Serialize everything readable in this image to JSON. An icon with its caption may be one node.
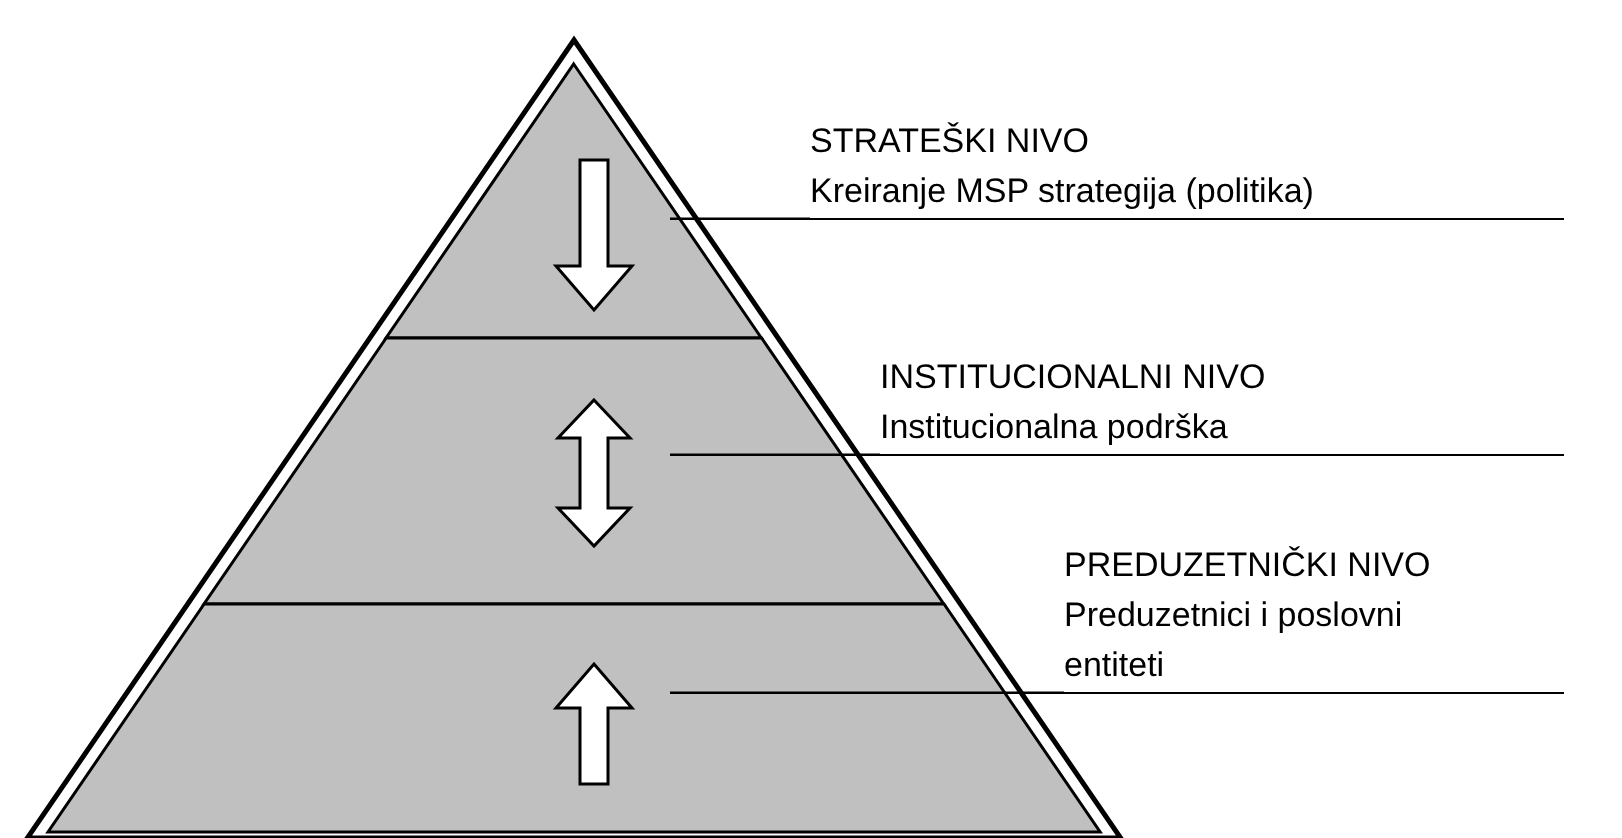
{
  "diagram": {
    "nodes": [
      {
        "text": [],
        "shape": "triangle"
      },
      {
        "text": [],
        "shape": "trapezoid"
      },
      {
        "text": [],
        "shape": "trapezoid"
      },
      {
        "text": [
          "STRATEŠKI NIVO",
          "Kreiranje MSP strategija (politika)"
        ]
      },
      {
        "text": [
          "INSTITUCIONALNI NIVO",
          "Institucionalna podrška"
        ]
      },
      {
        "text": [
          "PREDUZETNIČKI NIVO",
          "Preduzetnici i poslovni entiteti"
        ]
      }
    ],
    "edges": [
      {
        "from": 3,
        "to": 0,
        "arrow": "none"
      },
      {
        "from": 4,
        "to": 1,
        "arrow": "none"
      },
      {
        "from": 5,
        "to": 2,
        "arrow": "none"
      }
    ]
  }
}
